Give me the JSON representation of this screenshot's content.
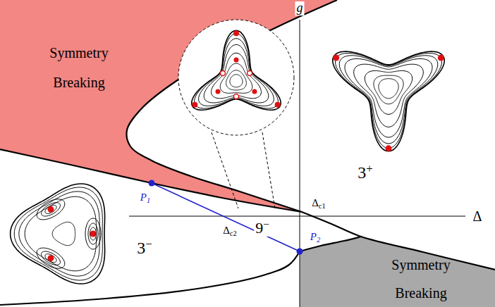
{
  "diagram": {
    "labels": [
      "g",
      "Symmetry Breaking",
      "3+",
      "Δc1",
      "Δ",
      "P1",
      "Δc2",
      "9−",
      "3−",
      "P2",
      "Symmetry Breaking"
    ]
  }
}
